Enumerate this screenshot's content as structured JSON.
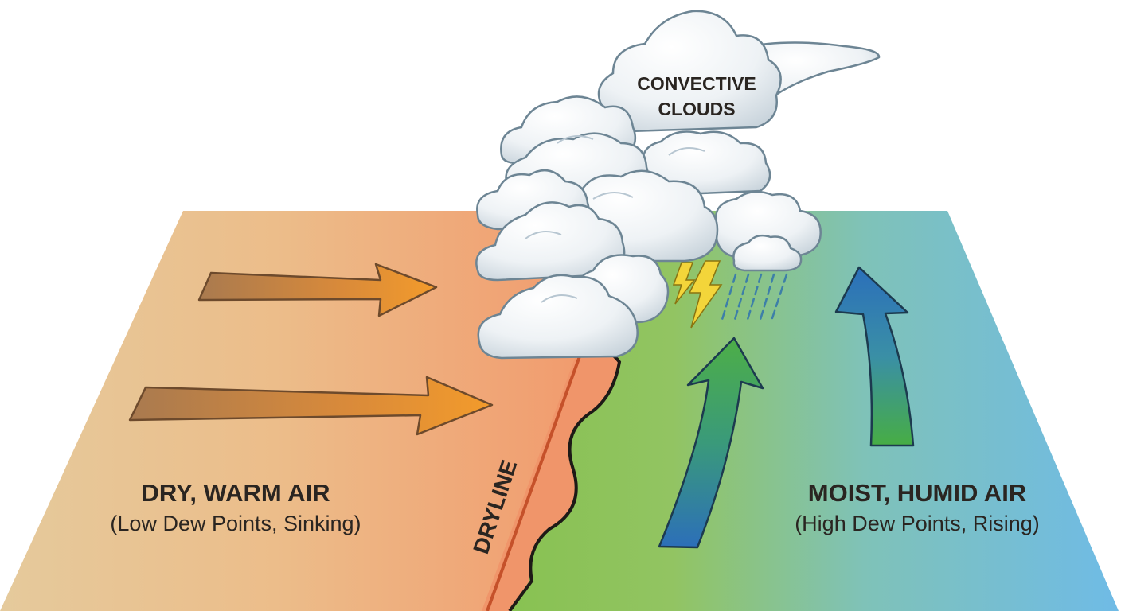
{
  "cloud_label": {
    "line1": "CONVECTIVE",
    "line2": "CLOUDS"
  },
  "dryline_label": "DRYLINE",
  "left_region": {
    "title": "DRY, WARM AIR",
    "subtitle": "(Low Dew Points, Sinking)"
  },
  "right_region": {
    "title": "MOIST, HUMID AIR",
    "subtitle": "(High Dew Points, Rising)"
  },
  "colors": {
    "dry_air": "#e3c596",
    "dryline_zone": "#f09a6e",
    "moist_green": "#8ec256",
    "moist_blue": "#74bde6",
    "dry_arrow": "#e8902e",
    "moist_arrow_green": "#4aa84a",
    "moist_arrow_blue": "#2f74b8",
    "dryline": "#c9532a",
    "lightning": "#f3d53a",
    "rain": "#3d7fa8"
  },
  "icons": [
    "dry-air-arrow-icon",
    "rising-air-arrow-icon",
    "lightning-icon",
    "rain-icon",
    "cloud-icon"
  ]
}
